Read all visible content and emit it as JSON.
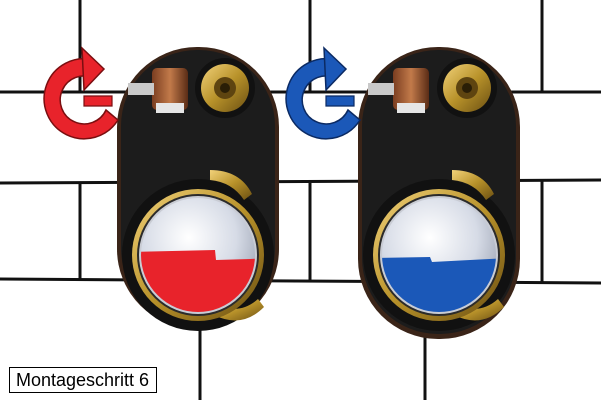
{
  "caption": {
    "text": "Montageschritt 6"
  },
  "colors": {
    "hot_indicator": "#e8232b",
    "cold_indicator": "#1b58b8",
    "escutcheon": "#1c1c1c",
    "brass": "#b8922a",
    "tile_grout": "#111111",
    "background": "#ffffff"
  },
  "icons": {
    "left_arrow": "rotate-arrow-icon-red",
    "right_arrow": "rotate-arrow-icon-blue"
  }
}
